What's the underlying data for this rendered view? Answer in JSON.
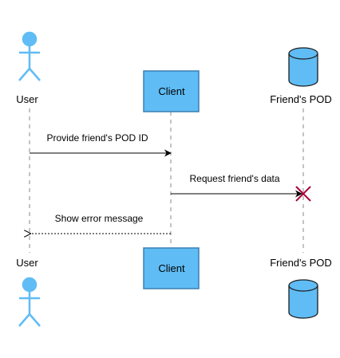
{
  "colors": {
    "participant_fill": "#5fbcf5",
    "participant_stroke": "#3c7fb1",
    "lifeline": "#888888",
    "arrow": "#000000",
    "destroy": "#a80036"
  },
  "participants": {
    "user": {
      "label": "User",
      "icon": "actor-icon"
    },
    "client": {
      "label": "Client",
      "icon": "box"
    },
    "pod": {
      "label": "Friend's POD",
      "icon": "database-icon"
    }
  },
  "messages": [
    {
      "text": "Provide friend's POD ID",
      "from": "User",
      "to": "Client",
      "style": "solid"
    },
    {
      "text": "Request friend's data",
      "from": "Client",
      "to": "Friend's POD",
      "style": "solid",
      "ends_with": "destroy-x"
    },
    {
      "text": "Show error message",
      "from": "Client",
      "to": "User",
      "style": "dashed"
    }
  ]
}
